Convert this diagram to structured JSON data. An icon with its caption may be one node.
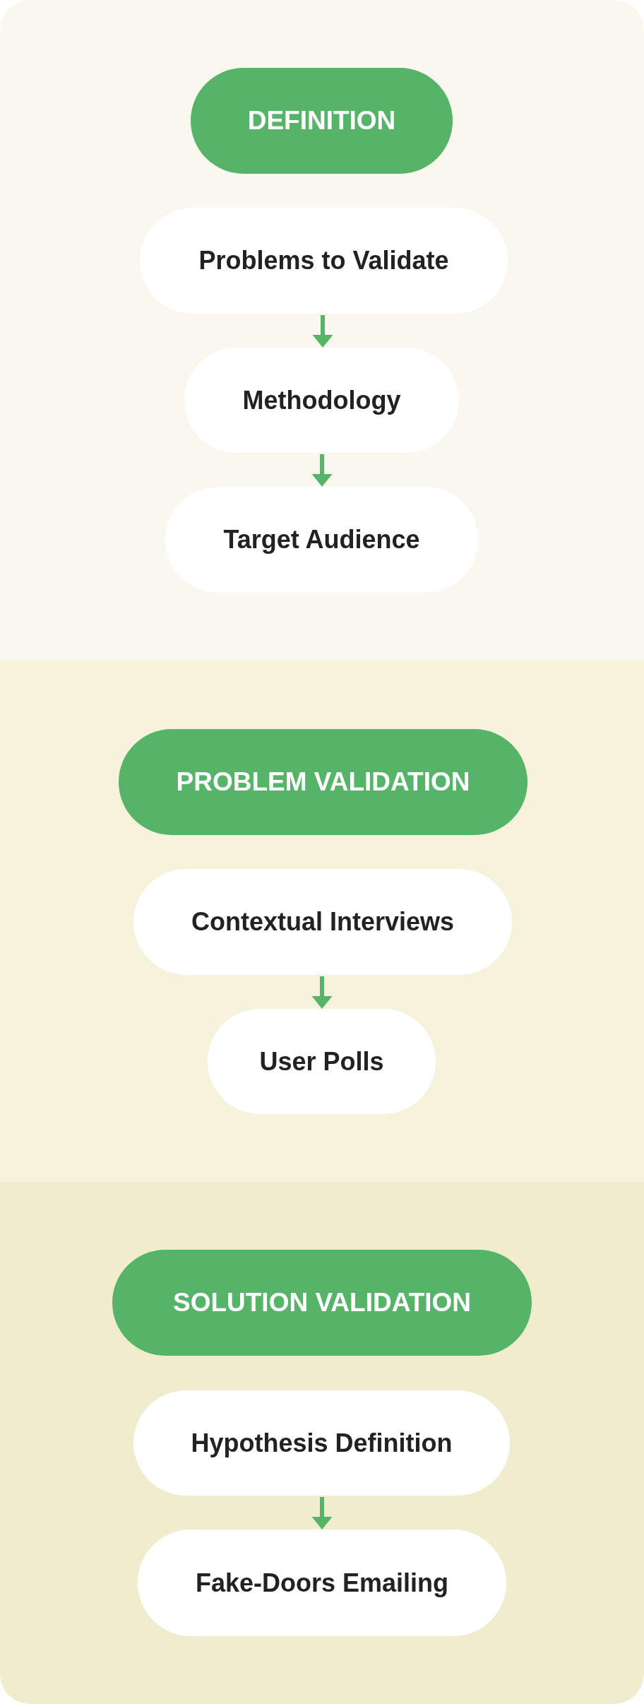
{
  "diagram": {
    "nodes": [
      {
        "text": [],
        "shape": "band"
      },
      {
        "text": [
          "DEFINITION"
        ],
        "in": 0
      },
      {
        "text": [
          "Problems to Validate"
        ],
        "in": 0
      },
      {
        "text": [
          "Methodology"
        ],
        "in": 0
      },
      {
        "text": [
          "Target Audience"
        ],
        "in": 0
      },
      {
        "text": [],
        "shape": "band"
      },
      {
        "text": [
          "PROBLEM VALIDATION"
        ],
        "in": 5
      },
      {
        "text": [
          "Contextual Interviews"
        ],
        "in": 5
      },
      {
        "text": [
          "User Polls"
        ],
        "in": 5
      },
      {
        "text": [],
        "shape": "band"
      },
      {
        "text": [
          "SOLUTION VALIDATION"
        ],
        "in": 9
      },
      {
        "text": [
          "Hypothesis Definition"
        ],
        "in": 9
      },
      {
        "text": [
          "Fake-Doors Emailing"
        ],
        "in": 9
      }
    ],
    "edges": [
      {
        "from": 2,
        "to": 3,
        "arrow": "to"
      },
      {
        "from": 3,
        "to": 4,
        "arrow": "to"
      },
      {
        "from": 7,
        "to": 8,
        "arrow": "to"
      },
      {
        "from": 11,
        "to": 12,
        "arrow": "to"
      }
    ]
  }
}
